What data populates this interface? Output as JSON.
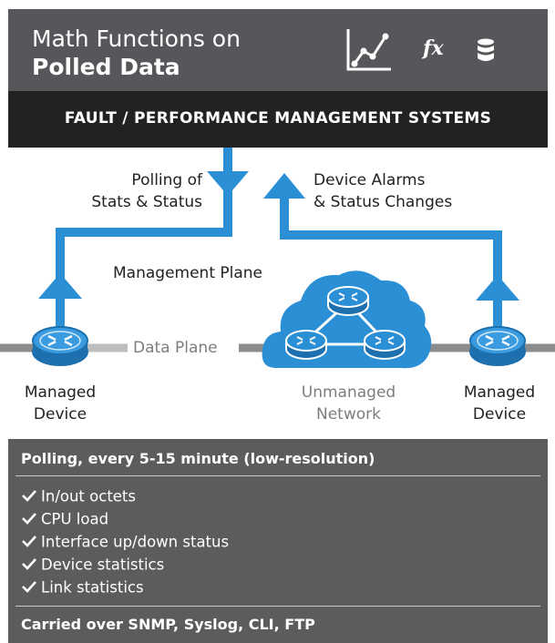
{
  "header": {
    "title_line1": "Math Functions on",
    "title_line2": "Polled Data",
    "icons": [
      "chart-icon",
      "function-icon",
      "database-icon"
    ],
    "function_glyph": "fx"
  },
  "subheader": {
    "label": "FAULT / PERFORMANCE MANAGEMENT SYSTEMS"
  },
  "diagram": {
    "polling_label": [
      "Polling of",
      "Stats & Status"
    ],
    "alarms_label": [
      "Device Alarms",
      "& Status Changes"
    ],
    "management_plane": "Management Plane",
    "data_plane": "Data Plane",
    "managed_left": [
      "Managed",
      "Device"
    ],
    "unmanaged": [
      "Unmanaged",
      "Network"
    ],
    "managed_right": [
      "Managed",
      "Device"
    ]
  },
  "panel": {
    "heading": "Polling, every 5-15 minute (low-resolution)",
    "items": [
      "In/out octets",
      "CPU load",
      "Interface up/down status",
      "Device statistics",
      "Link statistics"
    ],
    "footer": "Carried over SNMP, Syslog, CLI, FTP"
  },
  "colors": {
    "accent_blue": "#2b8fd6",
    "header_gray": "#56575a",
    "header_dark": "#222222",
    "panel_gray": "#5c5c5f"
  }
}
